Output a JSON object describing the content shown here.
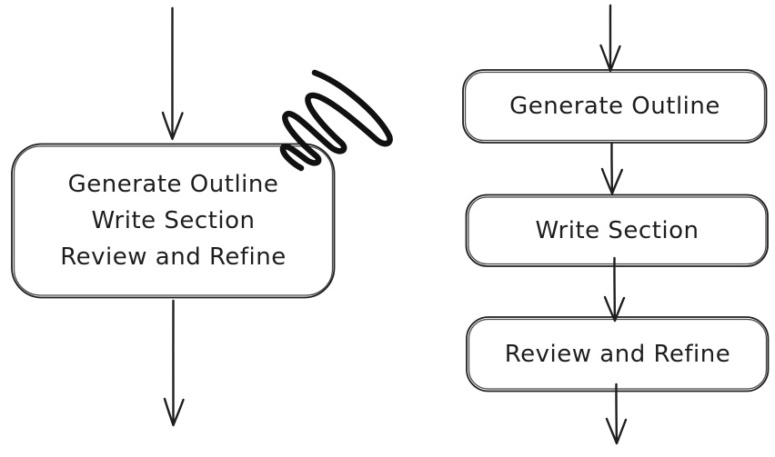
{
  "diagram": {
    "left_flow": {
      "combined_node": {
        "line1": "Generate Outline",
        "line2": "Write Section",
        "line3": "Review and Refine"
      }
    },
    "right_flow": {
      "nodes": [
        {
          "label": "Generate Outline"
        },
        {
          "label": "Write Section"
        },
        {
          "label": "Review and Refine"
        }
      ]
    },
    "colors": {
      "stroke": "#1e1e1e",
      "node_fill": "#ffffff",
      "scribble": "#111111"
    }
  }
}
